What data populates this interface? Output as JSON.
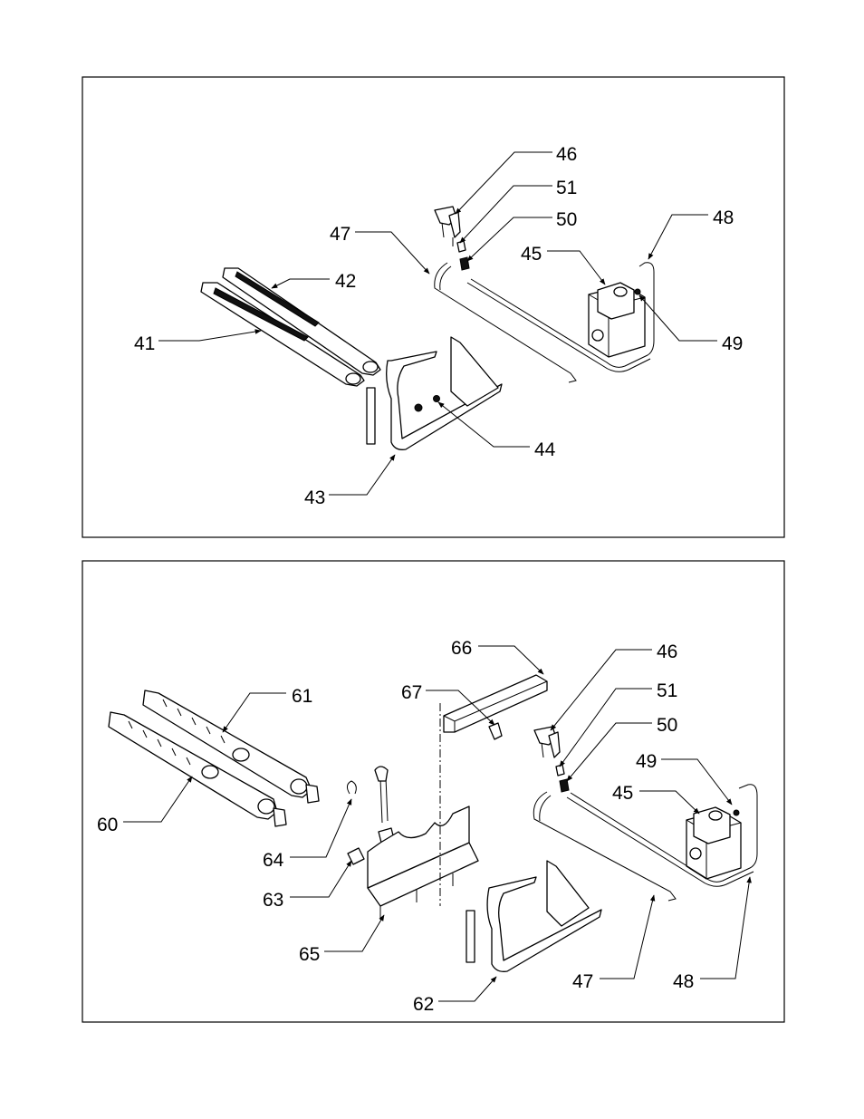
{
  "diagram": {
    "top_panel": {
      "callouts": [
        "41",
        "42",
        "43",
        "44",
        "45",
        "46",
        "47",
        "48",
        "49",
        "50",
        "51"
      ]
    },
    "bottom_panel": {
      "callouts": [
        "60",
        "61",
        "62",
        "63",
        "64",
        "65",
        "66",
        "67",
        "46",
        "51",
        "50",
        "49",
        "45",
        "47",
        "48"
      ]
    }
  }
}
